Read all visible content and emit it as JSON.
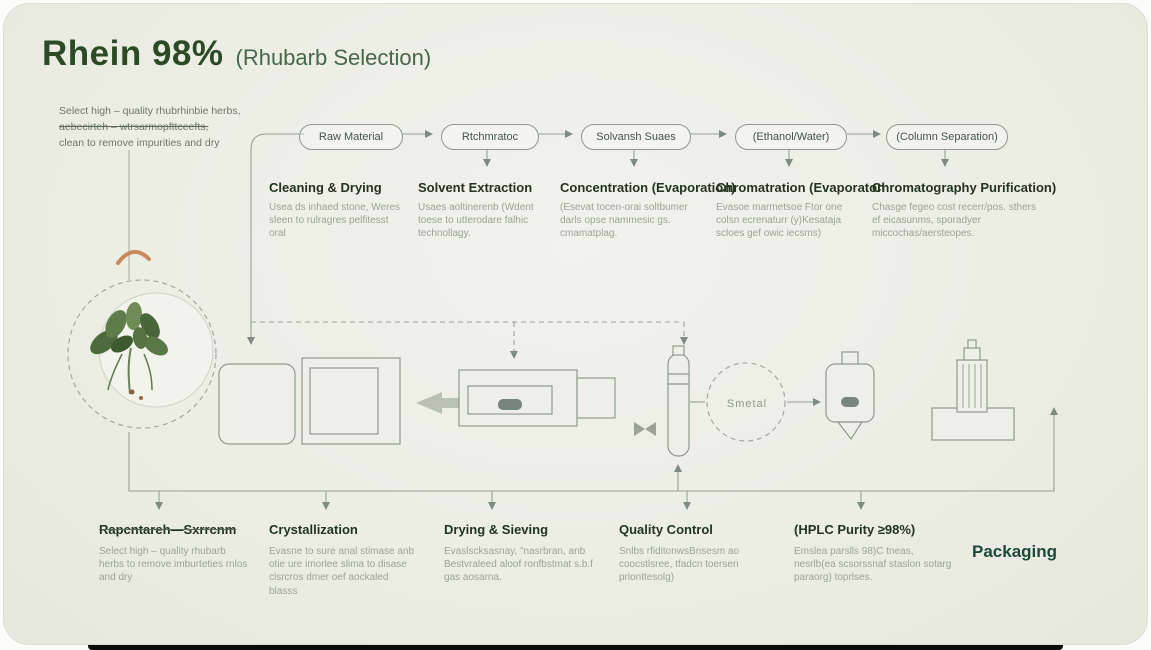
{
  "header": {
    "title": "Rhein 98%",
    "subtitle": "(Rhubarb Selection)"
  },
  "intro": {
    "line1": "Select high – quality rhubrhinbie herbs,",
    "line2": "aebecirteh – wtrsarmopfttceefts,",
    "line3": "clean to remove impurities and dry"
  },
  "top_steps": [
    {
      "pill": "Raw Material",
      "label": "Cleaning & Drying",
      "desc": "Usea ds inhaed stone, Weres sleen to rulragres pelfitesst oral"
    },
    {
      "pill": "Rtchmratoc",
      "label": "Solvent Extraction",
      "desc": "Usaes aoltinerenb (Wdent toese to utterodare falhic technollagy."
    },
    {
      "pill": "Solvansh Suaes",
      "label": "Concentration (Evaporation)",
      "desc": "(Esevat tocen-orai soltbumer darls opse nammesic gs. cmamatplag."
    },
    {
      "pill": "(Ethanol/Water)",
      "label": "Chromatration (Evaporaton",
      "desc": "Evasoe marmetsoe Ftor one colsn ecrenaturr (y)Kesataja scloes gef owic iecsms)"
    },
    {
      "pill": "(Column Separation)",
      "label": "Chromatography Purification)",
      "desc": "Chasge fegeo cost recerr/pos. sthers ef eicasunms, sporadyer miccochas/aersteopes."
    }
  ],
  "middle": {
    "vessel_label": "Smetal"
  },
  "bottom_steps": [
    {
      "label": "Rapcntareh—Sxrrcnm",
      "desc": "Select high – quality rhubarb herbs to remove imburteties rnlos and dry"
    },
    {
      "label": "Crystallization",
      "desc": "Evasne to sure anal stimase anb otie ure imorlee slima to disase clsrcros dmer oef aockaled blasss"
    },
    {
      "label": "Drying & Sieving",
      "desc": "Evaslscksasnay, \"nasrbran, anb Bestvraleed aloof ronfbstmat s.b.f gas aosarna."
    },
    {
      "label": "Quality Control",
      "desc": "Snlbs rfiditonwsBnsesm ao coocstlsree, tfadcn toersen prlonttesolg)"
    },
    {
      "label": "(HPLC Purity ≥98%)",
      "desc": "Emslea parslls 98)C tneas, nesrlb(ea scsorssnaf staslon sotarg paraorg) toprlses."
    }
  ],
  "packaging_label": "Packaging",
  "colors": {
    "accent_dark": "#2c4a26",
    "accent": "#48664a",
    "line": "#8f9a8c",
    "muted_text": "#9aa494"
  }
}
